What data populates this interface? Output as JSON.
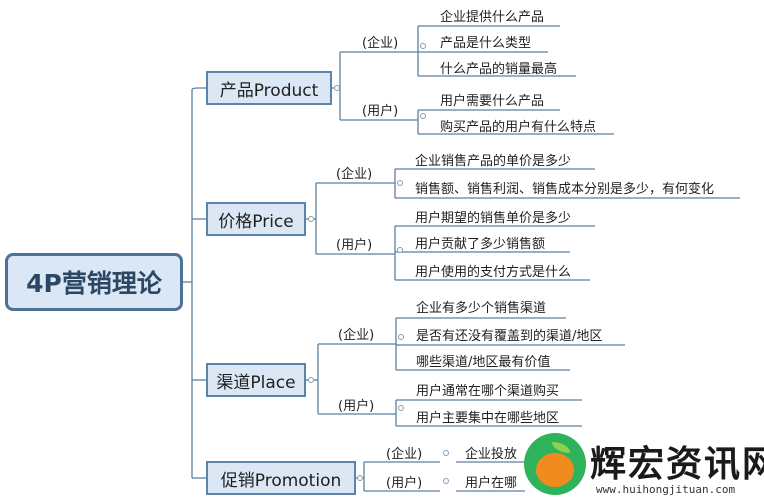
{
  "root": {
    "label": "4P营销理论"
  },
  "branches": [
    {
      "label": "产品Product",
      "groups": [
        {
          "label": "(企业)",
          "items": [
            "企业提供什么产品",
            "产品是什么类型",
            "什么产品的销量最高"
          ]
        },
        {
          "label": "(用户)",
          "items": [
            "用户需要什么产品",
            "购买产品的用户有什么特点"
          ]
        }
      ]
    },
    {
      "label": "价格Price",
      "groups": [
        {
          "label": "(企业)",
          "items": [
            "企业销售产品的单价是多少",
            "销售额、销售利润、销售成本分别是多少，有何变化"
          ]
        },
        {
          "label": "(用户)",
          "items": [
            "用户期望的销售单价是多少",
            "用户贡献了多少销售额",
            "用户使用的支付方式是什么"
          ]
        }
      ]
    },
    {
      "label": "渠道Place",
      "groups": [
        {
          "label": "(企业)",
          "items": [
            "企业有多少个销售渠道",
            "是否有还没有覆盖到的渠道/地区",
            "哪些渠道/地区最有价值"
          ]
        },
        {
          "label": "(用户)",
          "items": [
            "用户通常在哪个渠道购买",
            "用户主要集中在哪些地区"
          ]
        }
      ]
    },
    {
      "label": "促销Promotion",
      "groups": [
        {
          "label": "(企业)",
          "items": [
            "企业投放"
          ]
        },
        {
          "label": "(用户)",
          "items": [
            "用户在哪"
          ]
        }
      ]
    }
  ],
  "watermark": {
    "text": "辉宏资讯网",
    "url": "www.huihongjituan.com"
  },
  "colors": {
    "line": "#4d7297",
    "node_fill": "#dbe7f4",
    "node_border": "#5d84ab"
  }
}
